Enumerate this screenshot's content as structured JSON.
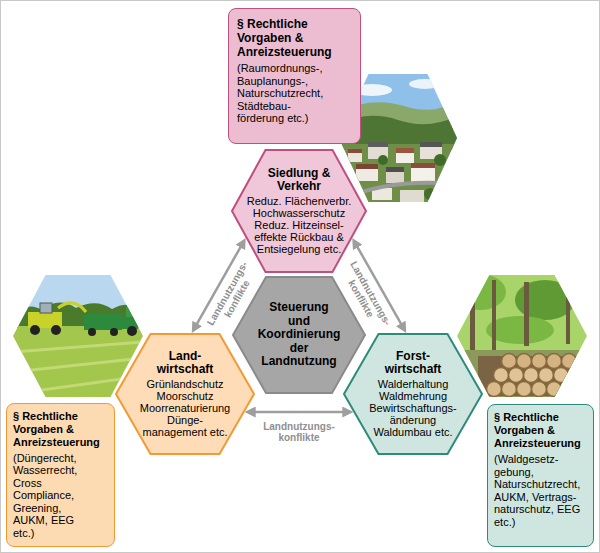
{
  "diagram": {
    "nodes": [
      {
        "text": [
          "§ Rechtliche Vorgaben & Anreizsteuerung",
          "(Raumordnungs-, Bauplanungs-, Naturschutzrecht, Städtebau- förderung etc.)"
        ]
      },
      {
        "text": [
          "Siedlung & Verkehr",
          "Reduz. Flächenverbr. Hochwasserschutz Reduz. Hitzeinsel- effekte Rückbau & Entsiegelung etc."
        ]
      },
      {
        "text": [
          "Steuerung und Koordinierung der Landnutzung"
        ]
      },
      {
        "text": [
          "Land- wirtschaft",
          "Grünlandschutz Moorschutz Moorrenaturierung Dünge- management etc."
        ]
      },
      {
        "text": [
          "Forst- wirtschaft",
          "Walderhaltung Waldmehrung Bewirtschaftungs- änderung Waldumbau etc."
        ]
      },
      {
        "text": [
          "§ Rechtliche Vorgaben & Anreizsteuerung",
          "(Düngerecht, Wasserrecht, Cross Compliance, Greening, AUKM, EEG etc.)"
        ]
      },
      {
        "text": [
          "§ Rechtliche Vorgaben & Anreizsteuerung",
          "(Waldgesetz- gebung, Naturschutzrecht, AUKM, Vertrags- naturschutz, EEG etc.)"
        ]
      }
    ],
    "edges": [
      {
        "from": 1,
        "to": 3,
        "arrow": "both",
        "label": "Landnutzungs- konflikte"
      },
      {
        "from": 1,
        "to": 4,
        "arrow": "both",
        "label": "Landnutzungs- konflikte"
      },
      {
        "from": 3,
        "to": 4,
        "arrow": "both",
        "label": "Landnutzungs- konflikte"
      }
    ]
  }
}
